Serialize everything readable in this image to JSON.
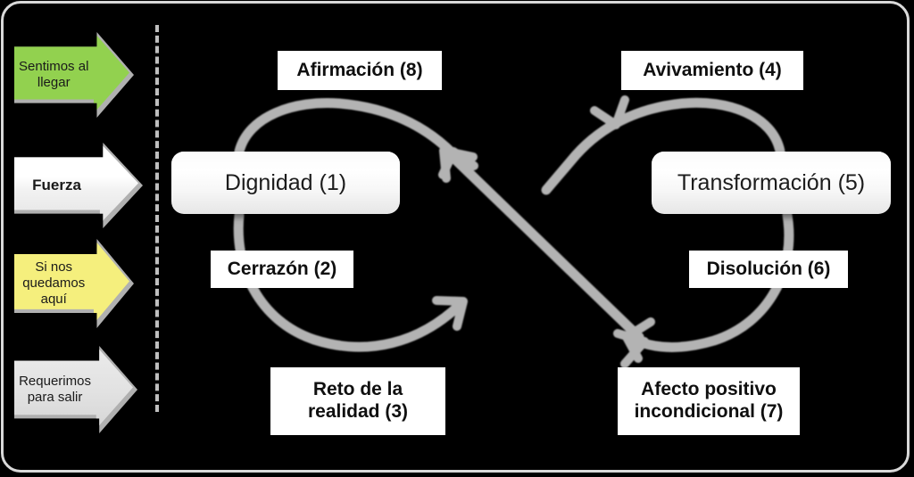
{
  "canvas": {
    "background": "#000000",
    "frame_color": "#d9d9d9",
    "arrow_gray": "#b3b3b3",
    "divider": "dashed-vertical-line"
  },
  "legend": {
    "items": [
      {
        "id": "sentimos",
        "label": "Sentimos al llegar",
        "color": "#92d14f",
        "icon": "chevron-right-icon"
      },
      {
        "id": "fuerza",
        "label": "Fuerza",
        "color": "#ffffff",
        "icon": "chevron-right-icon"
      },
      {
        "id": "sinos",
        "label": "Si nos quedamos aquí",
        "color": "#f5ef7d",
        "icon": "chevron-right-icon"
      },
      {
        "id": "requerimos",
        "label": "Requerimos para salir",
        "color": "#e2e2e2",
        "icon": "chevron-right-icon"
      }
    ]
  },
  "diagram": {
    "type": "infinity-loop-cycle",
    "nodes": [
      {
        "id": "dignidad",
        "label": "Dignidad (1)",
        "style": "rounded-3d-box",
        "side": "left"
      },
      {
        "id": "transformacion",
        "label": "Transformación (5)",
        "style": "rounded-3d-box",
        "side": "right"
      }
    ],
    "stages": [
      {
        "id": "afirmacion",
        "number": 8,
        "label": "Afirmación (8)",
        "line1": "Afirmación (8)",
        "line2": ""
      },
      {
        "id": "avivamiento",
        "number": 4,
        "label": "Avivamiento (4)",
        "line1": "Avivamiento (4)",
        "line2": ""
      },
      {
        "id": "cerrazon",
        "number": 2,
        "label": "Cerrazón (2)",
        "line1": "Cerrazón (2)",
        "line2": ""
      },
      {
        "id": "disolucion",
        "number": 6,
        "label": "Disolución (6)",
        "line1": "Disolución (6)",
        "line2": ""
      },
      {
        "id": "reto",
        "number": 3,
        "label": "Reto de la realidad (3)",
        "line1": "Reto de la",
        "line2": "realidad (3)"
      },
      {
        "id": "afecto",
        "number": 7,
        "label": "Afecto positivo incondicional (7)",
        "line1": "Afecto positivo",
        "line2": "incondicional (7)"
      }
    ],
    "connectors": [
      {
        "id": "left-loop-top",
        "from": "dignidad",
        "to": "crossing",
        "shape": "arc-clockwise"
      },
      {
        "id": "left-loop-bottom",
        "from": "dignidad",
        "to": "crossing",
        "shape": "arc-clockwise"
      },
      {
        "id": "right-loop-top",
        "from": "transformacion",
        "to": "crossing",
        "shape": "arc-counterclockwise"
      },
      {
        "id": "right-loop-bottom",
        "from": "transformacion",
        "to": "crossing",
        "shape": "arc-counterclockwise"
      },
      {
        "id": "diagonal",
        "from": "lower-right",
        "to": "upper-left",
        "shape": "double-headed-straight"
      }
    ]
  }
}
